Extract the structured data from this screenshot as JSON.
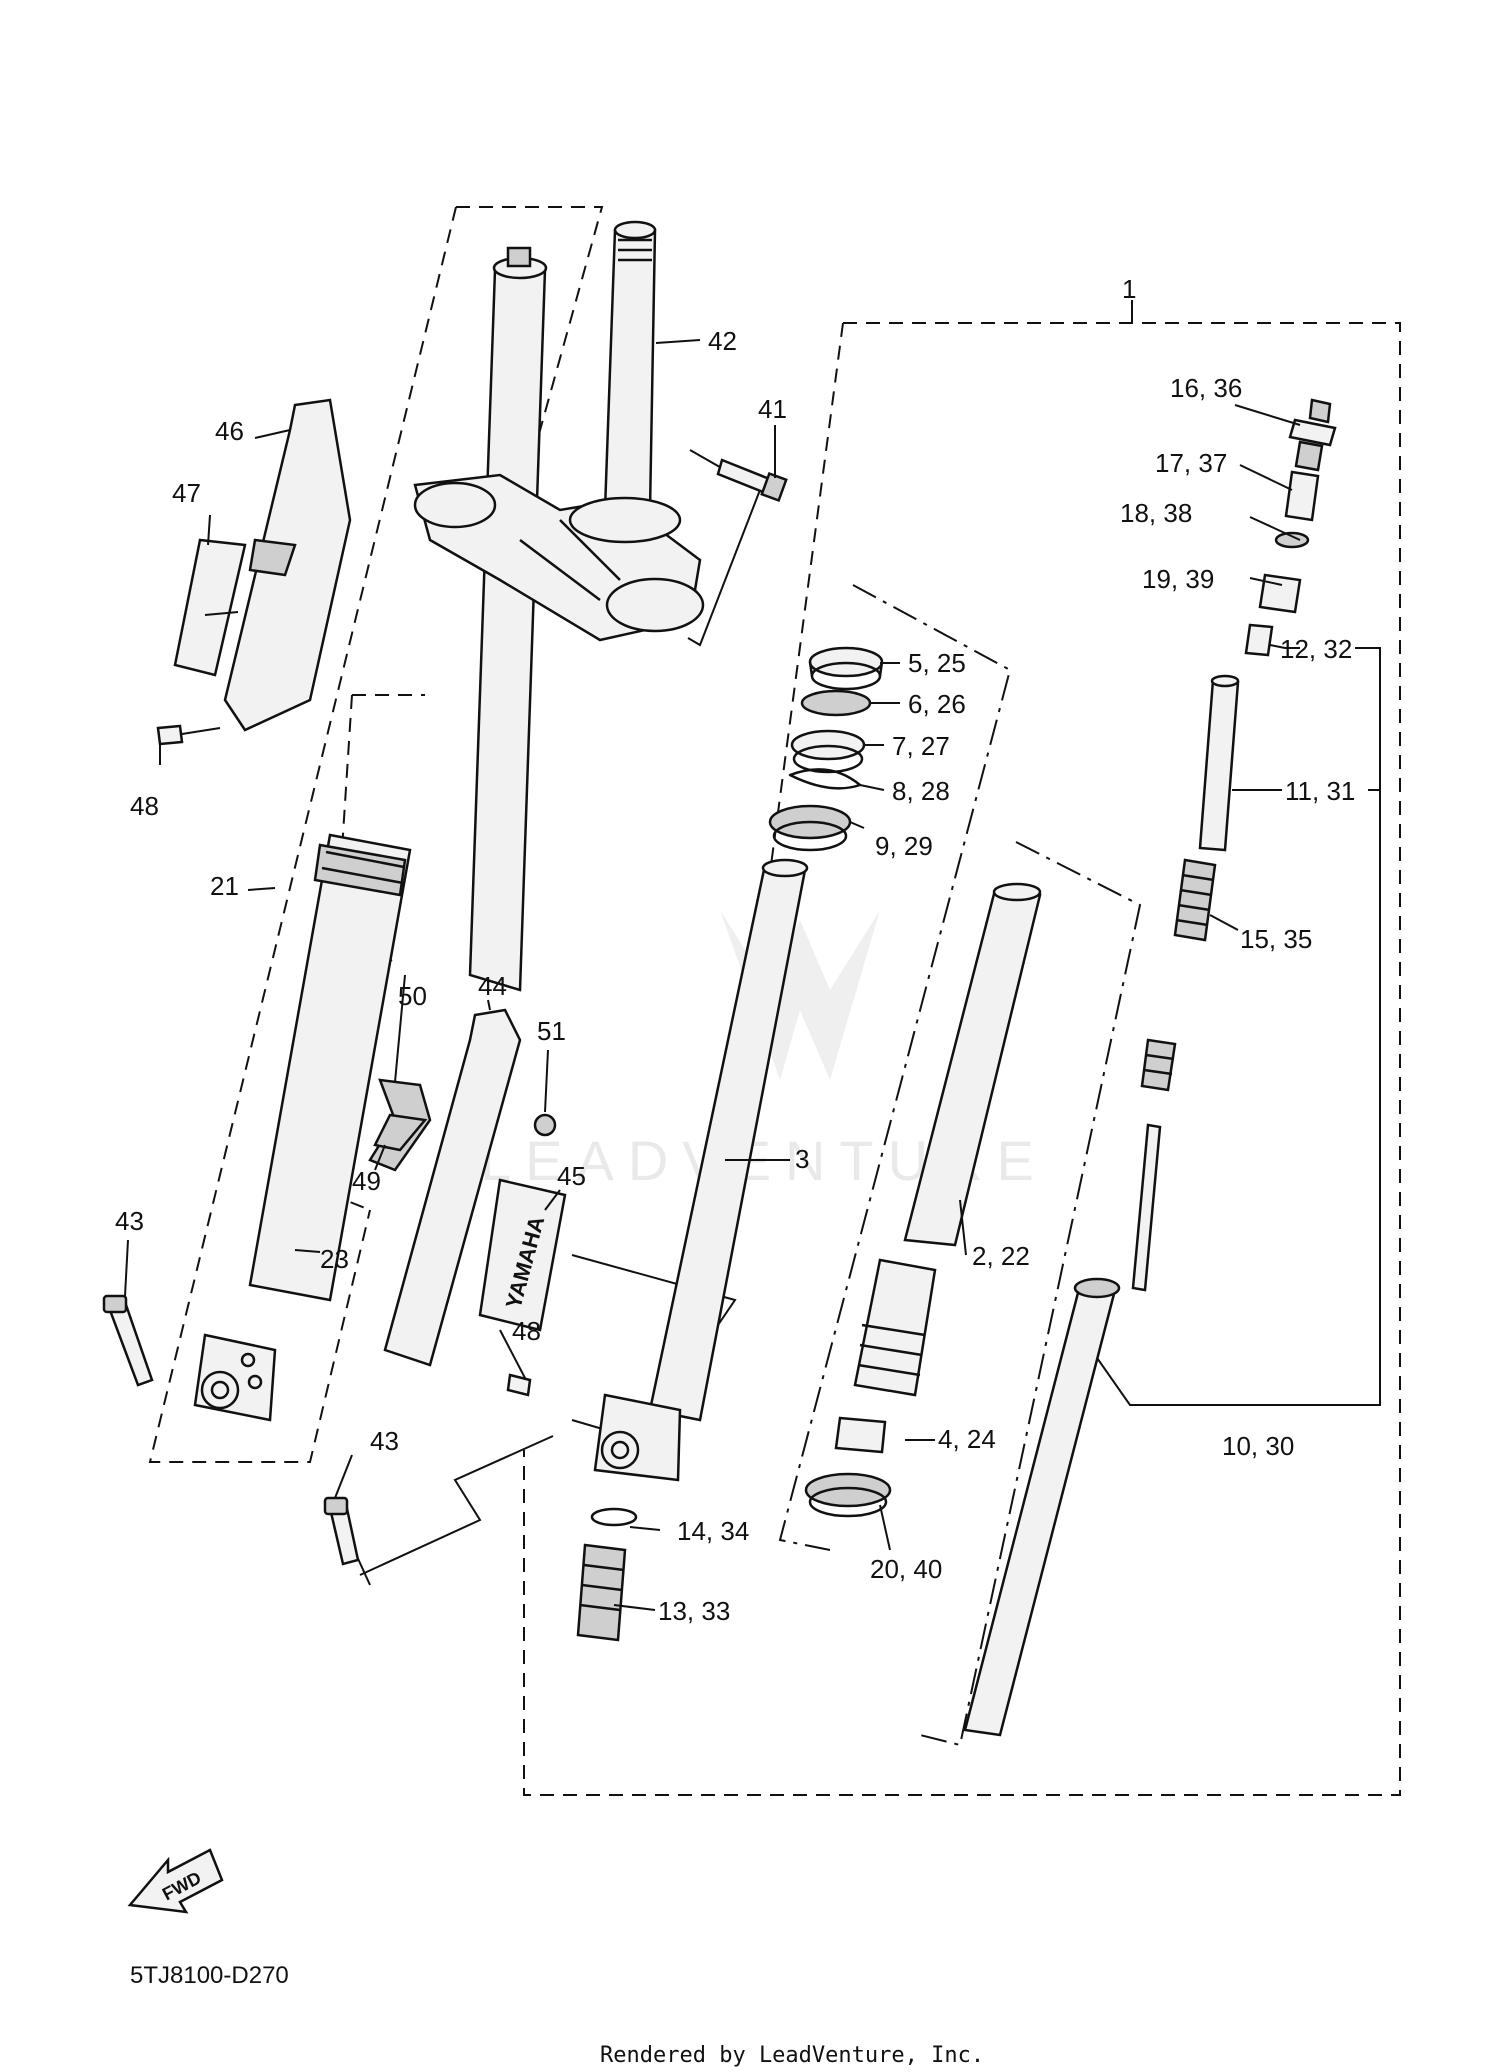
{
  "watermark": "LEADVENTURE",
  "diagram_code": "5TJ8100-D270",
  "credit": "Rendered by LeadVenture, Inc.",
  "fwd_label": "FWD",
  "brand_text": "YAMAHA",
  "callouts": {
    "c1": "1",
    "c42": "42",
    "c41": "41",
    "c46": "46",
    "c47": "47",
    "c48a": "48",
    "c21": "21",
    "c16_36": "16, 36",
    "c17_37": "17, 37",
    "c18_38": "18, 38",
    "c19_39": "19, 39",
    "c12_32": "12, 32",
    "c11_31": "11, 31",
    "c15_35": "15, 35",
    "c5_25": "5, 25",
    "c6_26": "6, 26",
    "c7_27": "7, 27",
    "c8_28": "8, 28",
    "c9_29": "9, 29",
    "c50": "50",
    "c44": "44",
    "c51": "51",
    "c45": "45",
    "c49": "49",
    "c3": "3",
    "c2_22": "2, 22",
    "c43a": "43",
    "c23": "23",
    "c48b": "48",
    "c4_24": "4, 24",
    "c10_30": "10, 30",
    "c43b": "43",
    "c14_34": "14, 34",
    "c20_40": "20, 40",
    "c13_33": "13, 33"
  }
}
